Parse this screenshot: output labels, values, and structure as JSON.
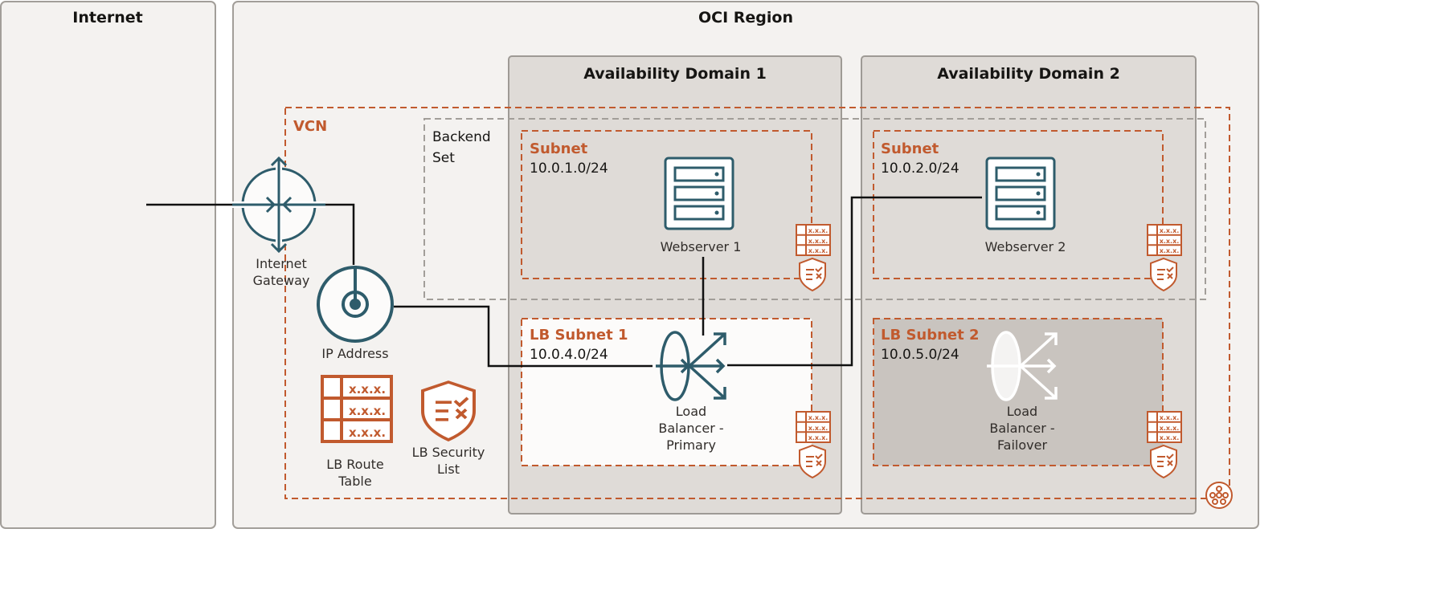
{
  "colors": {
    "teal": "#2e5c6b",
    "orange": "#c15a2e",
    "panel_bg": "#f4f2f0",
    "ad_bg": "#dfdbd7",
    "lb2_bg": "#c9c4bf",
    "border_gray": "#a29e99"
  },
  "regions": {
    "internet": "Internet",
    "oci_region": "OCI Region",
    "ad1": "Availability Domain 1",
    "ad2": "Availability Domain 2",
    "vcn": "VCN",
    "backend_set": [
      "Backend",
      "Set"
    ]
  },
  "subnets": [
    {
      "label": "Subnet",
      "cidr": "10.0.1.0/24"
    },
    {
      "label": "Subnet",
      "cidr": "10.0.2.0/24"
    },
    {
      "label": "LB Subnet 1",
      "cidr": "10.0.4.0/24"
    },
    {
      "label": "LB Subnet 2",
      "cidr": "10.0.5.0/24"
    }
  ],
  "components": {
    "internet_gateway": [
      "Internet",
      "Gateway"
    ],
    "ip_address": "IP Address",
    "webserver1": "Webserver 1",
    "webserver2": "Webserver 2",
    "lb_primary": [
      "Load",
      "Balancer -",
      "Primary"
    ],
    "lb_failover": [
      "Load",
      "Balancer -",
      "Failover"
    ],
    "lb_route_table": [
      "LB Route",
      "Table"
    ],
    "lb_security_list": [
      "LB Security",
      "List"
    ]
  },
  "route_table_entry": "x.x.x.",
  "icons": [
    "internet-gateway-icon",
    "ip-address-icon",
    "server-icon",
    "load-balancer-icon",
    "route-table-icon",
    "security-list-icon",
    "vcn-icon"
  ]
}
